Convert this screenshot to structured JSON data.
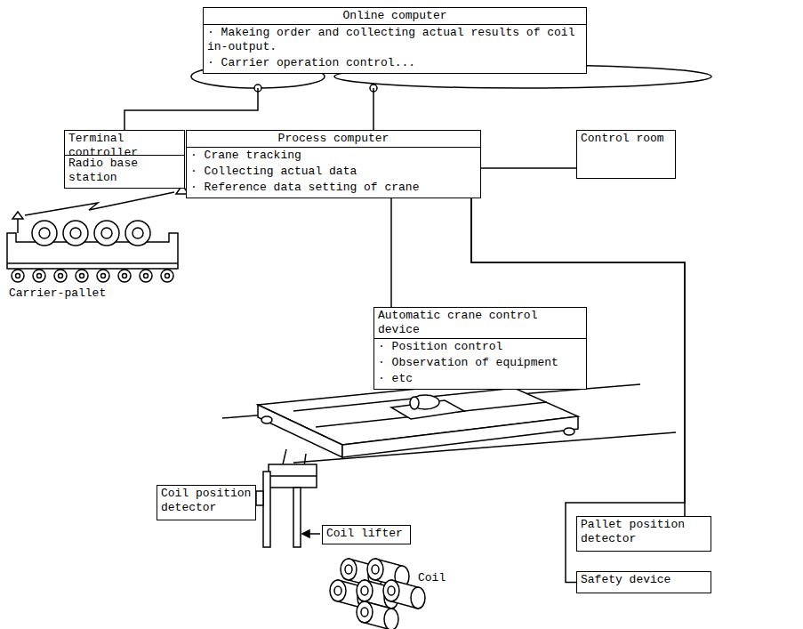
{
  "diagram": {
    "nodes": [
      {
        "text": [
          "Online computer",
          "· Makeing order and collecting actual results of coil in-output.",
          "· Carrier operation control..."
        ]
      },
      {
        "text": [
          "Terminal controller"
        ]
      },
      {
        "text": [
          "Radio base station"
        ]
      },
      {
        "text": [
          "Process computer",
          "· Crane tracking",
          "· Collecting actual data",
          "· Reference data setting of crane"
        ]
      },
      {
        "text": [
          "Control room"
        ]
      },
      {
        "text": [
          "Automatic crane control device",
          "· Position control",
          "· Observation of equipment",
          "· etc"
        ]
      },
      {
        "text": [
          "Coil position detector"
        ]
      },
      {
        "text": [
          "Coil lifter"
        ]
      },
      {
        "text": [
          "Pallet position detector"
        ]
      },
      {
        "text": [
          "Safety device"
        ]
      }
    ],
    "edges": [
      {
        "from": 0,
        "to": 1,
        "arrow": "none"
      },
      {
        "from": 0,
        "to": 3,
        "arrow": "none"
      },
      {
        "from": 1,
        "to": 2,
        "arrow": "none"
      },
      {
        "from": 3,
        "to": 4,
        "arrow": "none"
      },
      {
        "from": 3,
        "to": 5,
        "arrow": "none"
      },
      {
        "from": 3,
        "to": 8,
        "arrow": "none"
      },
      {
        "from": 3,
        "to": 9,
        "arrow": "none"
      }
    ],
    "labels": [
      "Carrier-pallet",
      "Coil"
    ]
  }
}
